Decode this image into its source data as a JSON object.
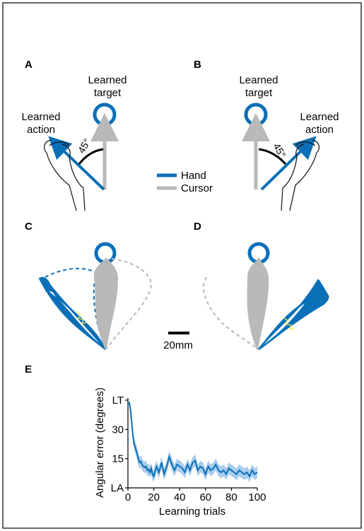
{
  "colors": {
    "hand": "#0a70b8",
    "cursor": "#b9b9b9",
    "band": "#a9cdee",
    "tracker": "#f2e84a"
  },
  "panels": {
    "a": {
      "letter": "A",
      "target_label": [
        "Learned",
        "target"
      ],
      "action_label": [
        "Learned",
        "action"
      ],
      "angle": "45°"
    },
    "b": {
      "letter": "B",
      "target_label": [
        "Learned",
        "target"
      ],
      "action_label": [
        "Learned",
        "action"
      ],
      "angle": "45°"
    },
    "c": {
      "letter": "C"
    },
    "d": {
      "letter": "D"
    },
    "e": {
      "letter": "E"
    }
  },
  "legend": {
    "hand": "Hand",
    "cursor": "Cursor"
  },
  "scale_bar": {
    "label": "20mm"
  },
  "chart_data": {
    "type": "line",
    "xlabel": "Learning trials",
    "ylabel": "Angular error (degrees)",
    "xlim": [
      0,
      100
    ],
    "ylim": [
      0,
      45
    ],
    "x_ticks": [
      0,
      20,
      40,
      60,
      80,
      100
    ],
    "y_ticks": [
      {
        "value": 0,
        "label": "LA"
      },
      {
        "value": 15,
        "label": "15"
      },
      {
        "value": 30,
        "label": "30"
      },
      {
        "value": 45,
        "label": "LT"
      }
    ],
    "x": [
      1,
      2,
      3,
      4,
      5,
      6,
      7,
      8,
      9,
      10,
      11,
      12,
      13,
      14,
      15,
      16,
      17,
      18,
      19,
      20,
      22,
      24,
      26,
      28,
      30,
      32,
      34,
      36,
      38,
      40,
      42,
      44,
      46,
      48,
      50,
      52,
      54,
      56,
      58,
      60,
      62,
      64,
      66,
      68,
      70,
      72,
      74,
      76,
      78,
      80,
      82,
      84,
      86,
      88,
      90,
      92,
      94,
      96,
      98,
      100
    ],
    "series": [
      {
        "values": [
          44,
          40,
          33,
          26,
          22,
          20,
          18,
          15,
          13,
          13.5,
          12,
          11,
          10.5,
          11,
          9,
          9.5,
          8,
          10,
          7,
          6,
          11,
          8,
          13,
          7,
          11,
          16,
          12,
          9,
          12,
          11,
          10,
          8,
          12,
          9,
          13,
          14,
          9,
          11,
          10,
          7,
          11,
          9,
          10,
          12,
          9,
          8,
          9,
          7,
          10,
          9,
          8,
          7,
          9,
          8,
          7,
          8,
          6,
          9,
          7,
          8
        ],
        "lower": [
          42,
          37,
          30,
          23,
          19,
          17,
          15,
          12,
          10,
          10.5,
          9,
          8,
          7.5,
          8,
          6,
          6.5,
          5,
          7,
          4,
          3,
          8,
          5,
          10,
          4,
          8,
          13,
          9,
          6,
          9,
          8,
          7,
          5,
          9,
          6,
          10,
          11,
          6,
          8,
          7,
          4,
          8,
          6,
          7,
          9,
          6,
          5,
          6,
          4,
          7,
          6,
          5,
          4,
          6,
          5,
          4,
          5,
          3,
          6,
          4,
          5
        ],
        "upper": [
          46,
          43,
          36,
          29,
          25,
          23,
          21,
          18,
          16,
          16.5,
          15,
          14,
          13.5,
          14,
          12,
          12.5,
          11,
          13,
          10,
          9,
          14,
          11,
          16,
          10,
          14,
          19,
          15,
          12,
          15,
          14,
          13,
          11,
          15,
          12,
          16,
          17,
          12,
          14,
          13,
          10,
          14,
          12,
          13,
          15,
          12,
          11,
          12,
          10,
          13,
          12,
          11,
          10,
          12,
          11,
          10,
          11,
          9,
          12,
          10,
          11
        ]
      }
    ]
  }
}
